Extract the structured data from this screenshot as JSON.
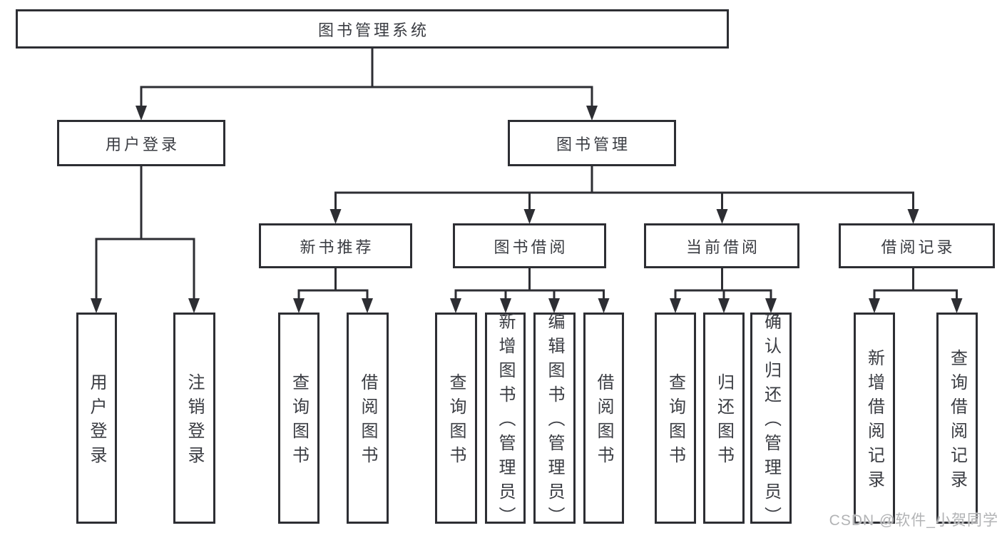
{
  "diagram_type": "hierarchy-flowchart",
  "tree": {
    "label": "图书管理系统",
    "children": [
      {
        "label": "用户登录",
        "children": [
          {
            "label": "用户登录"
          },
          {
            "label": "注销登录"
          }
        ]
      },
      {
        "label": "图书管理",
        "children": [
          {
            "label": "新书推荐",
            "children": [
              {
                "label": "查询图书"
              },
              {
                "label": "借阅图书"
              }
            ]
          },
          {
            "label": "图书借阅",
            "children": [
              {
                "label": "查询图书"
              },
              {
                "label": "新增图书（管理员）"
              },
              {
                "label": "编辑图书（管理员）"
              },
              {
                "label": "借阅图书"
              }
            ]
          },
          {
            "label": "当前借阅",
            "children": [
              {
                "label": "查询图书"
              },
              {
                "label": "归还图书"
              },
              {
                "label": "确认归还（管理员）"
              }
            ]
          },
          {
            "label": "借阅记录",
            "children": [
              {
                "label": "新增借阅记录"
              },
              {
                "label": "查询借阅记录"
              }
            ]
          }
        ]
      }
    ]
  },
  "watermark": "CSDN @软件_小贺同学",
  "colors": {
    "line": "#2d2e33",
    "box_border": "#2d2e33",
    "text": "#3a3c42",
    "watermark": "#b2b3b5",
    "background": "#ffffff"
  }
}
